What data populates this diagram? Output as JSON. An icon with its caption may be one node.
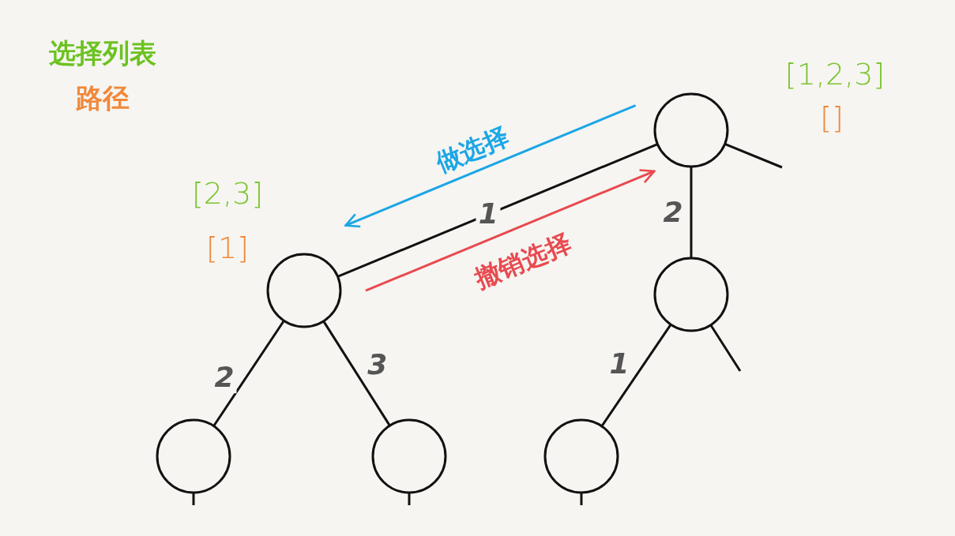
{
  "diagram": {
    "nodes": [
      {
        "text": [],
        "shape": "circle",
        "beside": [
          "[1,2,3]",
          "[]"
        ]
      },
      {
        "text": [],
        "shape": "circle",
        "beside": [
          "[2,3]",
          "[1]"
        ]
      },
      {
        "text": [],
        "shape": "circle"
      },
      {
        "text": [],
        "shape": "circle"
      },
      {
        "text": [],
        "shape": "circle"
      },
      {
        "text": [],
        "shape": "circle"
      }
    ],
    "edges": [
      {
        "from": 0,
        "to": 1,
        "arrow": "none",
        "label": "1"
      },
      {
        "from": 0,
        "to": 2,
        "arrow": "none",
        "label": "2"
      },
      {
        "from": 1,
        "to": 3,
        "arrow": "none",
        "label": "2"
      },
      {
        "from": 1,
        "to": 4,
        "arrow": "none",
        "label": "3"
      },
      {
        "from": 2,
        "to": 5,
        "arrow": "none",
        "label": "1"
      },
      {
        "from": 0,
        "to": null,
        "arrow": "none"
      },
      {
        "from": 2,
        "to": null,
        "arrow": "none"
      },
      {
        "from": 3,
        "to": null,
        "arrow": "none"
      },
      {
        "from": 4,
        "to": null,
        "arrow": "none"
      },
      {
        "from": 5,
        "to": null,
        "arrow": "none"
      },
      {
        "from": 0,
        "to": 1,
        "arrow": "to",
        "label": "做选择",
        "color": "#1ba6e6"
      },
      {
        "from": 1,
        "to": 0,
        "arrow": "to",
        "label": "撤销选择",
        "color": "#e84a4f"
      }
    ],
    "labels": [
      "选择列表",
      "路径"
    ]
  }
}
